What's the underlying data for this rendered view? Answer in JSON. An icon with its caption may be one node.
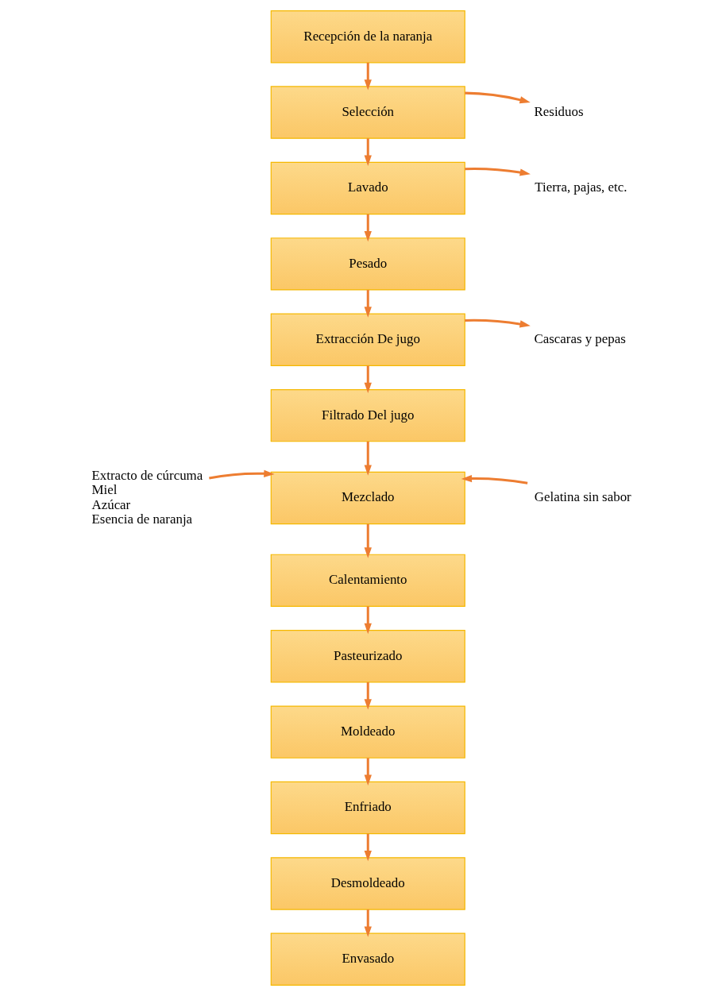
{
  "diagram": {
    "nodes": [
      {
        "text": [
          "Recepción de la naranja"
        ]
      },
      {
        "text": [
          "Selección"
        ]
      },
      {
        "text": [
          "Lavado"
        ]
      },
      {
        "text": [
          "Pesado"
        ]
      },
      {
        "text": [
          "Extracción De jugo"
        ]
      },
      {
        "text": [
          "Filtrado Del jugo"
        ]
      },
      {
        "text": [
          "Mezclado"
        ]
      },
      {
        "text": [
          "Calentamiento"
        ]
      },
      {
        "text": [
          "Pasteurizado"
        ]
      },
      {
        "text": [
          "Moldeado"
        ]
      },
      {
        "text": [
          "Enfriado"
        ]
      },
      {
        "text": [
          "Desmoldeado"
        ]
      },
      {
        "text": [
          "Envasado"
        ]
      },
      {
        "text": [
          "Residuos"
        ]
      },
      {
        "text": [
          "Tierra, pajas, etc."
        ]
      },
      {
        "text": [
          "Cascaras y pepas"
        ]
      },
      {
        "text": [
          "Extracto de cúrcuma",
          "Miel",
          "Azúcar",
          "Esencia de naranja"
        ]
      },
      {
        "text": [
          "Gelatina sin sabor"
        ]
      }
    ],
    "edges": [
      {
        "from": 0,
        "to": 1,
        "arrow": "to"
      },
      {
        "from": 1,
        "to": 2,
        "arrow": "to"
      },
      {
        "from": 2,
        "to": 3,
        "arrow": "to"
      },
      {
        "from": 3,
        "to": 4,
        "arrow": "to"
      },
      {
        "from": 4,
        "to": 5,
        "arrow": "to"
      },
      {
        "from": 5,
        "to": 6,
        "arrow": "to"
      },
      {
        "from": 6,
        "to": 7,
        "arrow": "to"
      },
      {
        "from": 7,
        "to": 8,
        "arrow": "to"
      },
      {
        "from": 8,
        "to": 9,
        "arrow": "to"
      },
      {
        "from": 9,
        "to": 10,
        "arrow": "to"
      },
      {
        "from": 10,
        "to": 11,
        "arrow": "to"
      },
      {
        "from": 11,
        "to": 12,
        "arrow": "to"
      },
      {
        "from": 1,
        "to": 13,
        "arrow": "to"
      },
      {
        "from": 2,
        "to": 14,
        "arrow": "to"
      },
      {
        "from": 4,
        "to": 15,
        "arrow": "to"
      },
      {
        "from": 16,
        "to": 6,
        "arrow": "to"
      },
      {
        "from": 17,
        "to": 6,
        "arrow": "to"
      }
    ]
  }
}
